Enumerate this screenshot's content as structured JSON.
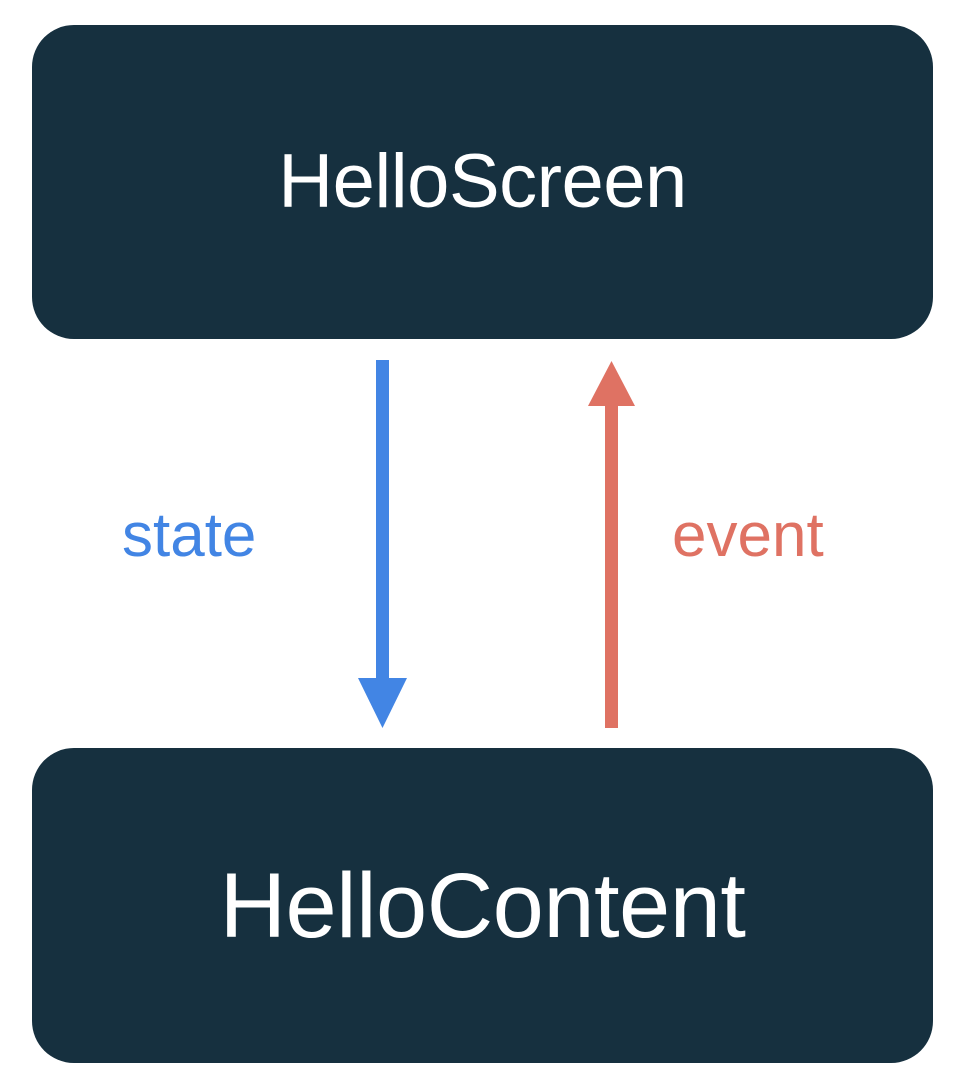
{
  "diagram": {
    "title": "HelloScreen / HelloContent unidirectional data flow",
    "background_color": "#ffffff",
    "nodes": [
      {
        "id": "hello-screen",
        "label": "HelloScreen",
        "fill_color": "#16303f",
        "text_color": "#ffffff"
      },
      {
        "id": "hello-content",
        "label": "HelloContent",
        "fill_color": "#16303f",
        "text_color": "#ffffff"
      }
    ],
    "edges": [
      {
        "id": "state",
        "label": "state",
        "from": "HelloScreen",
        "to": "HelloContent",
        "direction": "down",
        "color": "#4285e4"
      },
      {
        "id": "event",
        "label": "event",
        "from": "HelloContent",
        "to": "HelloScreen",
        "direction": "up",
        "color": "#df7263"
      }
    ]
  }
}
